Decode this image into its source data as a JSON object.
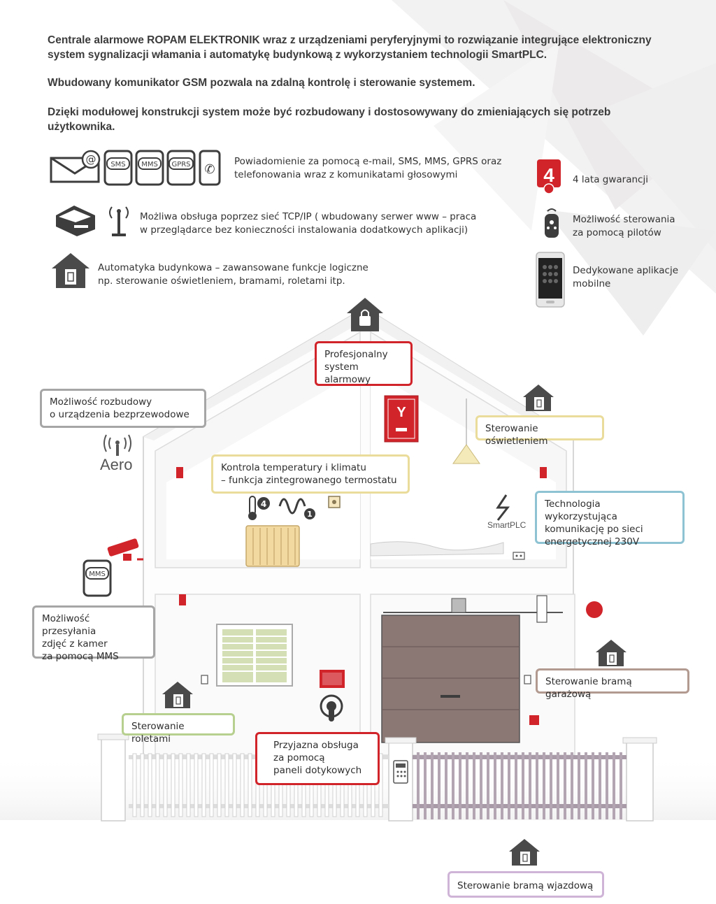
{
  "intro": {
    "p1_line1": "Centrale alarmowe ROPAM ELEKTRONIK wraz z urządzeniami peryferyjnymi to rozwiązanie integrujące elektroniczny",
    "p1_line2": "system sygnalizacji włamania i automatykę budynkową z wykorzystaniem technologii SmartPLC.",
    "p2": "Wbudowany komunikator GSM pozwala na zdalną kontrolę i sterowanie systemem.",
    "p3_line1": "Dzięki modułowej konstrukcji system może być rozbudowany i dostosowywany do zmieniających się potrzeb",
    "p3_line2": "użytkownika."
  },
  "features": {
    "notify_line1": "Powiadomienie za pomocą e-mail, SMS, MMS, GPRS oraz",
    "notify_line2": "telefonowania wraz z komunikatami głosowymi",
    "tcp_line1": "Możliwa obsługa poprzez  sieć TCP/IP ( wbudowany serwer www – praca",
    "tcp_line2": "w przeglądarce bez konieczności instalowania dodatkowych aplikacji)",
    "auto_line1": "Automatyka budynkowa – zawansowane funkcje logiczne",
    "auto_line2": "np. sterowanie oświetleniem, bramami, roletami itp.",
    "warranty": "4 lata gwarancji",
    "warranty_badge": "4",
    "remote_line1": "Możliwość sterowania",
    "remote_line2": "za pomocą pilotów",
    "apps_line1": "Dedykowane aplikacje",
    "apps_line2": "mobilne",
    "icon_labels": {
      "sms": "SMS",
      "mms": "MMS",
      "gprs": "GPRS"
    }
  },
  "callouts": {
    "alarm_line1": "Profesjonalny",
    "alarm_line2": "system alarmowy",
    "wireless_line1": "Możliwość rozbudowy",
    "wireless_line2": "o urządzenia bezprzewodowe",
    "lighting": "Sterowanie oświetleniem",
    "climate_line1": "Kontrola temperatury i klimatu",
    "climate_line2": "– funkcja zintegrowanego termostatu",
    "plc_line1": "Technologia wykorzystująca",
    "plc_line2": "komunikację po sieci",
    "plc_line3": "energetycznej 230V",
    "mms_line1": "Możliwość przesyłania",
    "mms_line2": "zdjęć z kamer",
    "mms_line3": "za pomocą MMS",
    "garage": "Sterowanie bramą garażową",
    "blinds": "Sterowanie roletami",
    "touch_line1": "Przyjazna obsługa",
    "touch_line2": "za pomocą",
    "touch_line3": "paneli dotykowych",
    "entry_gate": "Sterowanie bramą wjazdową"
  },
  "labels": {
    "aero": "Aero",
    "smartplc": "SmartPLC",
    "mms_icon": "MMS",
    "thermo_num": "4",
    "thermo_num2": "1"
  },
  "colors": {
    "accent_red": "#d1232a",
    "dark_gray": "#4a4a4a",
    "gray_icon": "#555555"
  }
}
